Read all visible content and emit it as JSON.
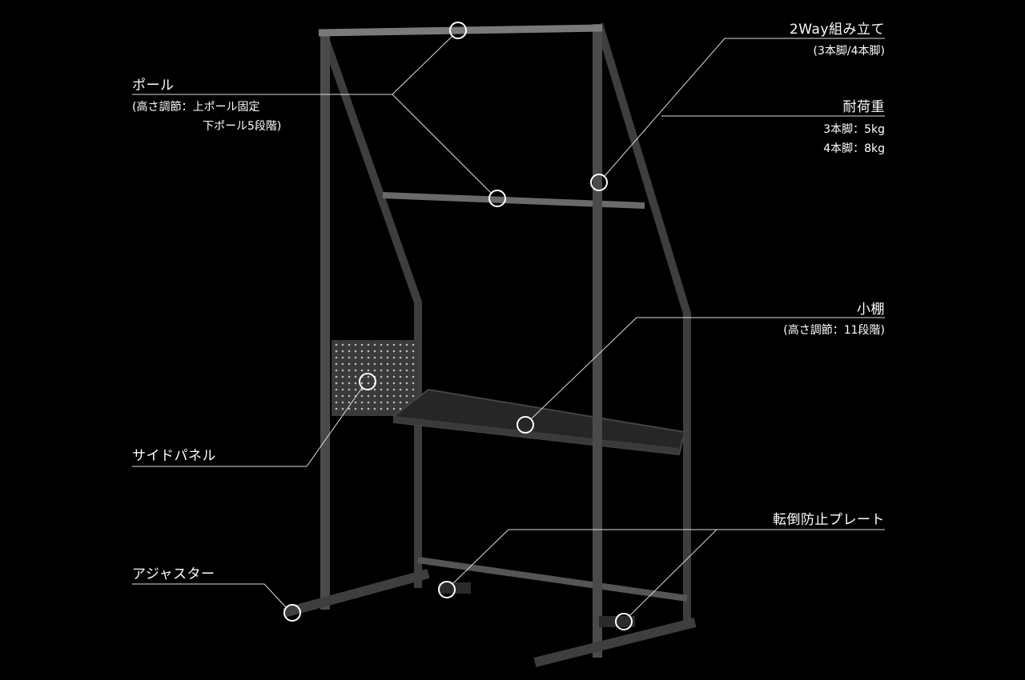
{
  "callouts": {
    "pole": {
      "title": "ポール",
      "lines": [
        "(高さ調節：上ポール固定",
        "下ポール5段階)"
      ]
    },
    "two_way": {
      "title": "2Way組み立て",
      "lines": [
        "(3本脚/4本脚)"
      ]
    },
    "load": {
      "title": "耐荷重",
      "lines": [
        "3本脚：5kg",
        "4本脚：8kg"
      ]
    },
    "shelf": {
      "title": "小棚",
      "lines": [
        "(高さ調節：11段階)"
      ]
    },
    "side_panel": {
      "title": "サイドパネル"
    },
    "anti_tip": {
      "title": "転倒防止プレート"
    },
    "adjuster": {
      "title": "アジャスター"
    }
  },
  "colors": {
    "background": "#000000",
    "frame": "#4a4a4a",
    "frame_light": "#6a6a6a",
    "leader": "#dddddd"
  }
}
